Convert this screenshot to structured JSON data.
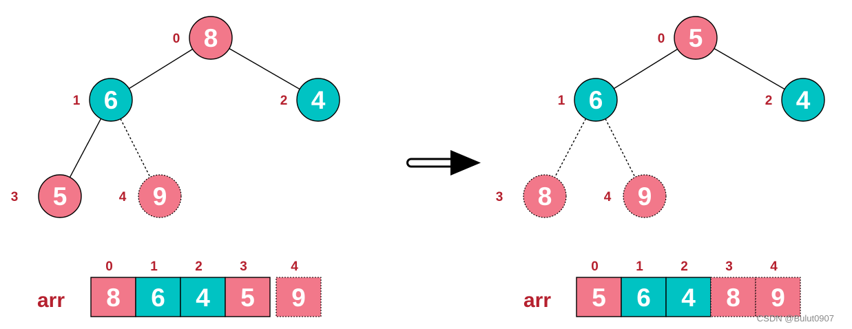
{
  "colors": {
    "pink": "#F2788A",
    "teal": "#00C3C3",
    "label": "#B5202E",
    "line": "#000000"
  },
  "before": {
    "nodes": [
      {
        "index": "0",
        "value": "8",
        "color": "pink",
        "dashed": false
      },
      {
        "index": "1",
        "value": "6",
        "color": "teal",
        "dashed": false
      },
      {
        "index": "2",
        "value": "4",
        "color": "teal",
        "dashed": false
      },
      {
        "index": "3",
        "value": "5",
        "color": "pink",
        "dashed": false
      },
      {
        "index": "4",
        "value": "9",
        "color": "pink",
        "dashed": true
      }
    ],
    "array_label": "arr",
    "array": [
      {
        "index": "0",
        "value": "8",
        "color": "pink",
        "dashed": false
      },
      {
        "index": "1",
        "value": "6",
        "color": "teal",
        "dashed": false
      },
      {
        "index": "2",
        "value": "4",
        "color": "teal",
        "dashed": false
      },
      {
        "index": "3",
        "value": "5",
        "color": "pink",
        "dashed": false
      },
      {
        "index": "4",
        "value": "9",
        "color": "pink",
        "dashed": true
      }
    ]
  },
  "after": {
    "nodes": [
      {
        "index": "0",
        "value": "5",
        "color": "pink",
        "dashed": false
      },
      {
        "index": "1",
        "value": "6",
        "color": "teal",
        "dashed": false
      },
      {
        "index": "2",
        "value": "4",
        "color": "teal",
        "dashed": false
      },
      {
        "index": "3",
        "value": "8",
        "color": "pink",
        "dashed": true
      },
      {
        "index": "4",
        "value": "9",
        "color": "pink",
        "dashed": true
      }
    ],
    "array_label": "arr",
    "array": [
      {
        "index": "0",
        "value": "5",
        "color": "pink",
        "dashed": false
      },
      {
        "index": "1",
        "value": "6",
        "color": "teal",
        "dashed": false
      },
      {
        "index": "2",
        "value": "4",
        "color": "teal",
        "dashed": false
      },
      {
        "index": "3",
        "value": "8",
        "color": "pink",
        "dashed": true
      },
      {
        "index": "4",
        "value": "9",
        "color": "pink",
        "dashed": true
      }
    ]
  },
  "watermark": "CSDN @Bulut0907"
}
